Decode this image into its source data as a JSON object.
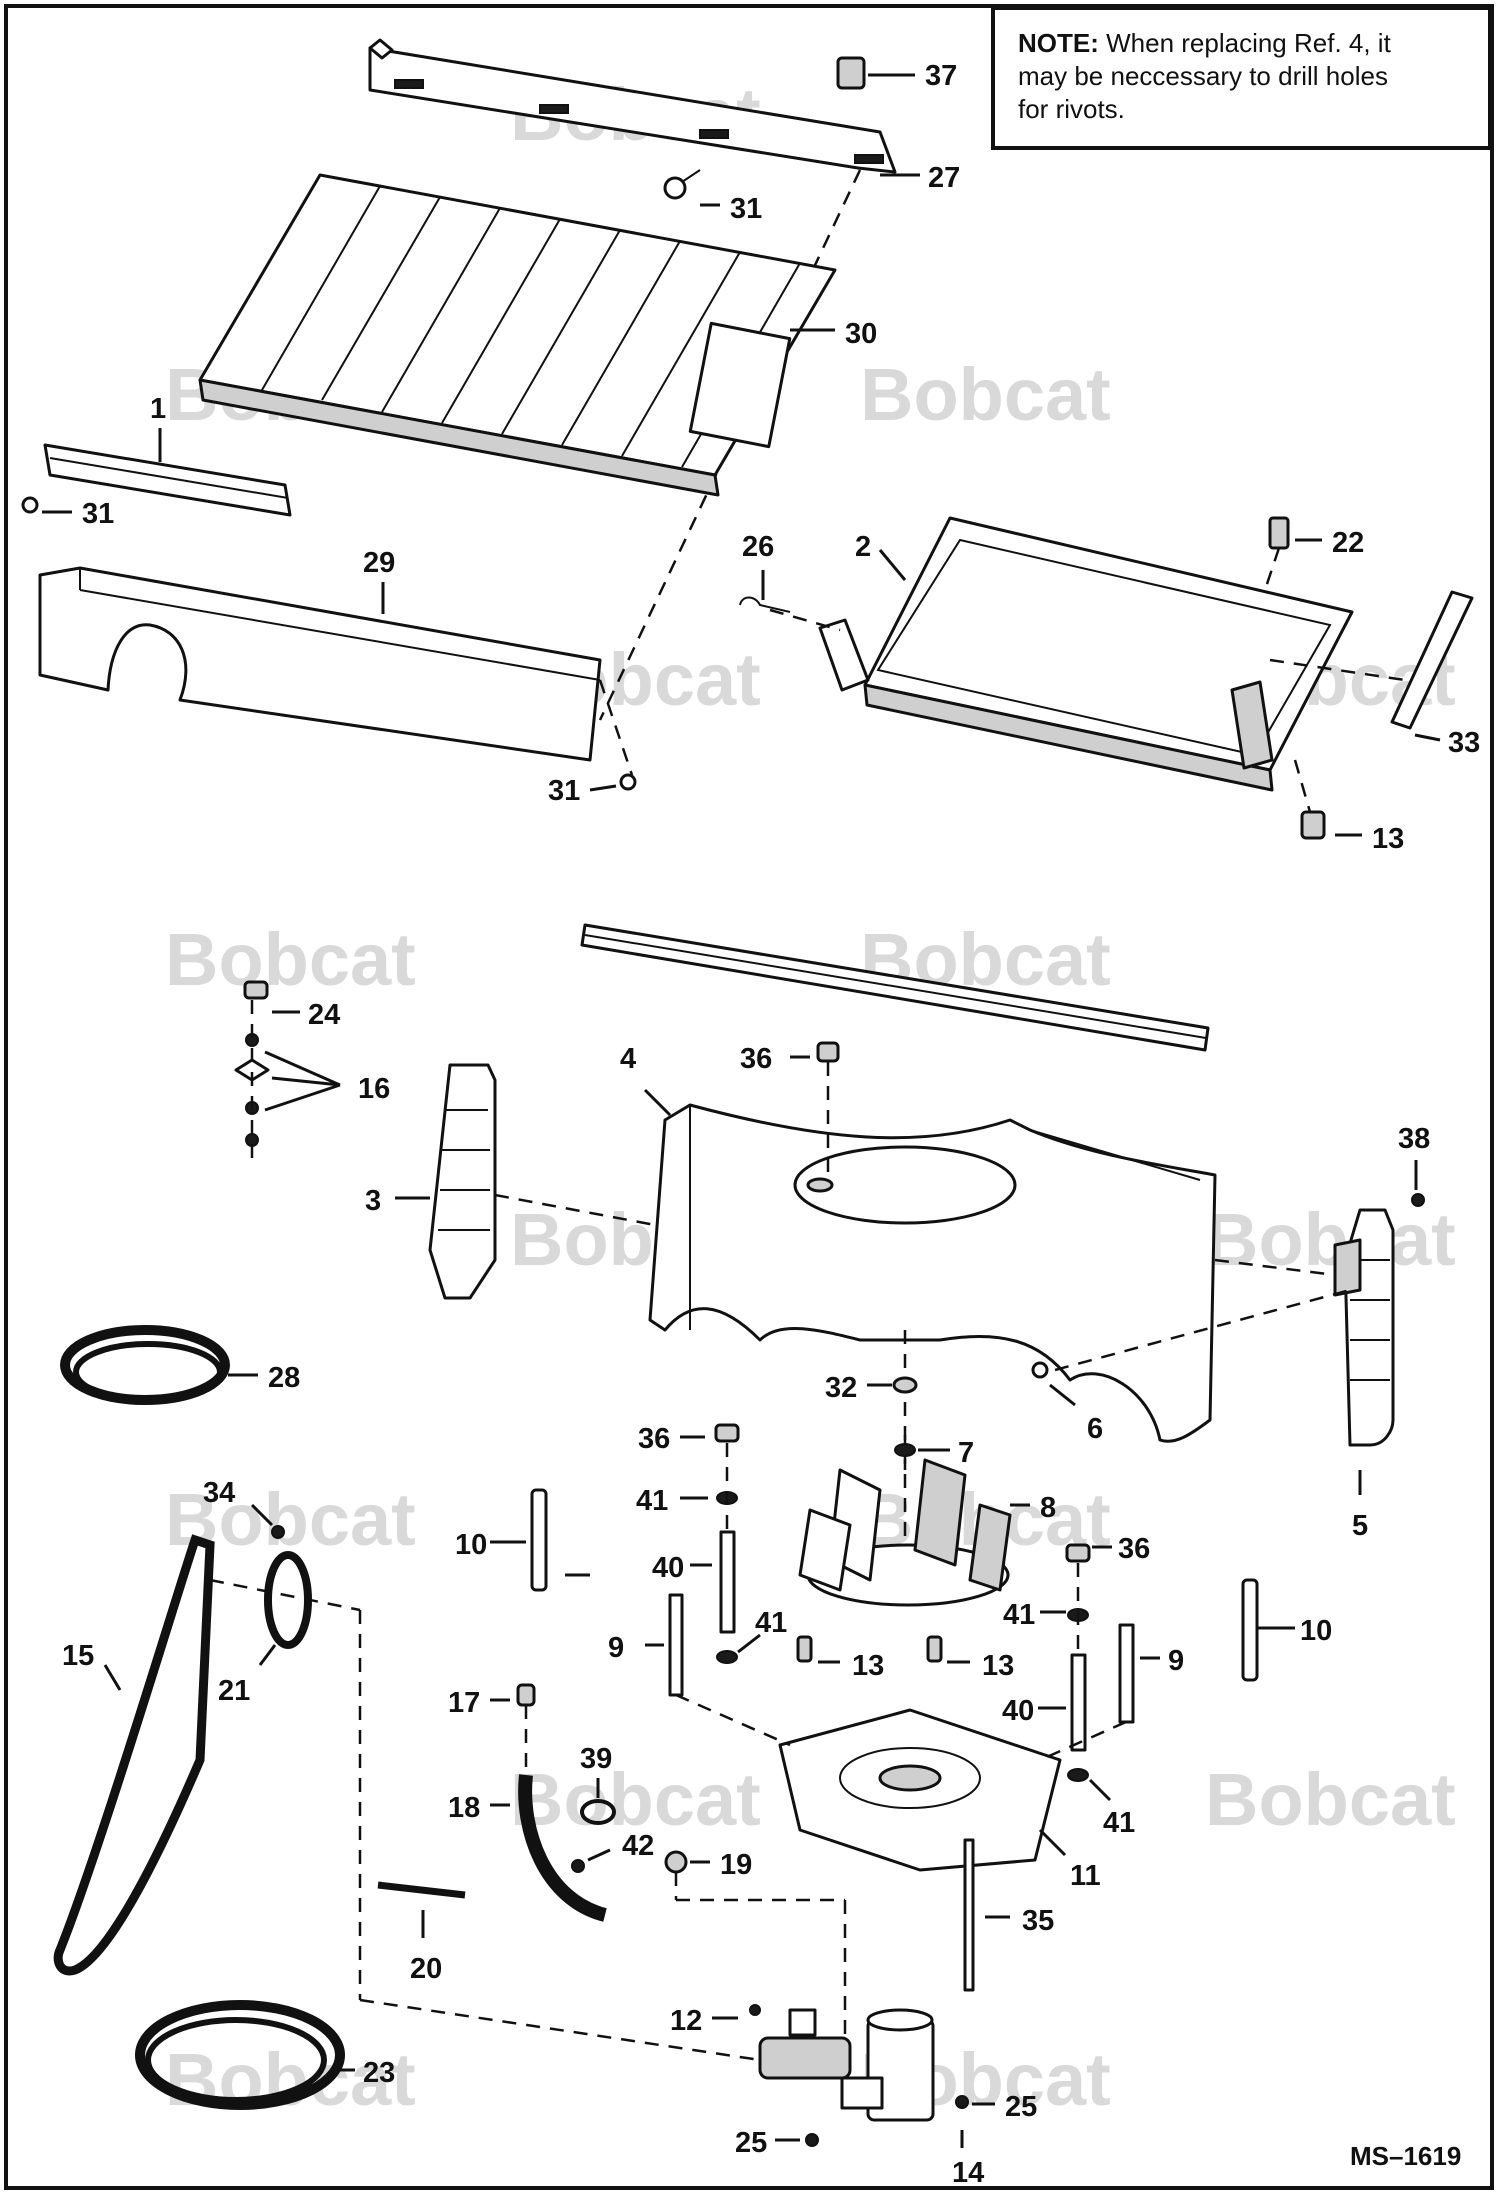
{
  "note": {
    "bold": "NOTE:",
    "line1": " When replacing Ref. 4, it",
    "line2": "may be neccessary to drill holes",
    "line3": "for rivots."
  },
  "watermark": {
    "text": "Bobcat",
    "color": "#d9d9d9"
  },
  "drawing_id": "MS–1619",
  "callouts": {
    "c1": "1",
    "c2": "2",
    "c3": "3",
    "c4": "4",
    "c5": "5",
    "c6": "6",
    "c7": "7",
    "c8": "8",
    "c9a": "9",
    "c9b": "9",
    "c10a": "10",
    "c10b": "10",
    "c11": "11",
    "c12": "12",
    "c13a": "13",
    "c13b": "13",
    "c13c": "13",
    "c14": "14",
    "c15": "15",
    "c16": "16",
    "c17": "17",
    "c18": "18",
    "c19": "19",
    "c20": "20",
    "c21": "21",
    "c22": "22",
    "c23": "23",
    "c24": "24",
    "c25a": "25",
    "c25b": "25",
    "c26": "26",
    "c27": "27",
    "c28": "28",
    "c29": "29",
    "c30": "30",
    "c31a": "31",
    "c31b": "31",
    "c31c": "31",
    "c32": "32",
    "c33": "33",
    "c34": "34",
    "c35": "35",
    "c36a": "36",
    "c36b": "36",
    "c36c": "36",
    "c37": "37",
    "c38": "38",
    "c39": "39",
    "c40a": "40",
    "c40b": "40",
    "c41a": "41",
    "c41b": "41",
    "c41c": "41",
    "c41d": "41",
    "c42": "42"
  }
}
